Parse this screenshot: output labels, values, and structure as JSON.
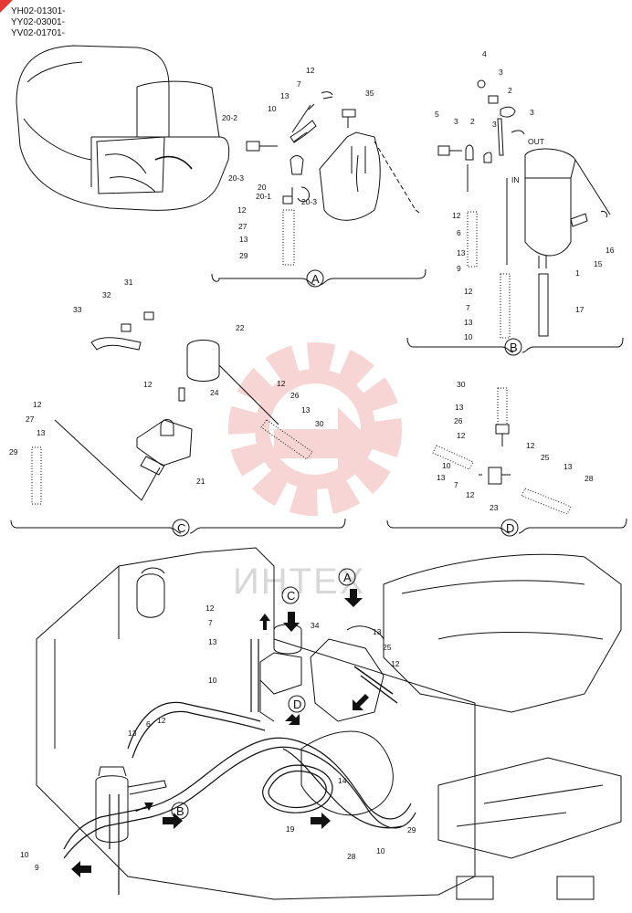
{
  "serials": [
    "YH02-01301-",
    "YY02-03001-",
    "YV02-01701-"
  ],
  "sections": [
    "A",
    "B",
    "C",
    "D"
  ],
  "flow": {
    "out": "OUT",
    "in": "IN"
  },
  "watermark": "ИНТЕХ",
  "callouts": {
    "A": [
      "12",
      "7",
      "13",
      "10",
      "35",
      "20-2",
      "20-3",
      "20",
      "20-1",
      "12",
      "27",
      "13",
      "29",
      "20-3"
    ],
    "B": [
      "4",
      "3",
      "2",
      "3",
      "5",
      "3",
      "2",
      "3",
      "12",
      "6",
      "13",
      "9",
      "15",
      "16",
      "1",
      "12",
      "7",
      "13",
      "10",
      "17"
    ],
    "C": [
      "31",
      "32",
      "33",
      "22",
      "12",
      "24",
      "12",
      "27",
      "13",
      "29",
      "12",
      "26",
      "13",
      "30",
      "21"
    ],
    "D": [
      "30",
      "13",
      "26",
      "12",
      "10",
      "13",
      "7",
      "12",
      "12",
      "25",
      "13",
      "28",
      "23"
    ],
    "main": [
      "12",
      "7",
      "13",
      "10",
      "34",
      "13",
      "25",
      "12",
      "14",
      "13",
      "6",
      "12",
      "10",
      "9",
      "19",
      "28",
      "10",
      "29"
    ]
  },
  "colors": {
    "line": "#111111",
    "watermark_red": "#f3b3b3",
    "watermark_text": "#d8d8d8",
    "corner": "#e53935"
  }
}
